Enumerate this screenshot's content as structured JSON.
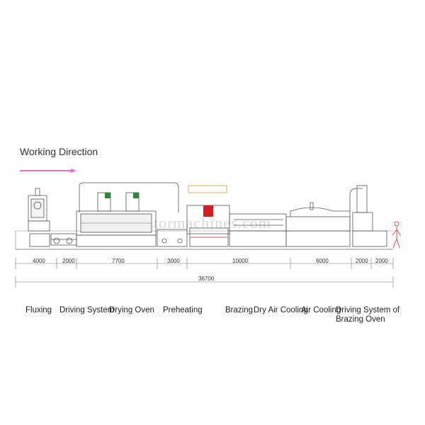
{
  "title": "Working Direction",
  "watermark": "radiatormachines.com",
  "dimensions": {
    "d1": "4000",
    "d2": "2000",
    "d3": "7700",
    "d4": "3000",
    "d5": "10000",
    "d6": "6000",
    "d7": "2000",
    "d8": "2000",
    "total": "36700"
  },
  "labels": {
    "fluxing": "Fluxing",
    "driving_system": "Driving System",
    "drying_oven": "Drying Oven",
    "preheating": "Preheating",
    "brazing": "Brazing",
    "dry_air_cooling": "Dry Air Cooling",
    "air_cooling": "Air Cooling",
    "driving_system_of_brazing_oven": "Driving System of Brazing Oven"
  },
  "colors": {
    "arrow": "#e070d0",
    "brazing_zone": "#d42020",
    "operator": "#e05050",
    "fan": "#2a8a3a",
    "line": "#555555"
  }
}
